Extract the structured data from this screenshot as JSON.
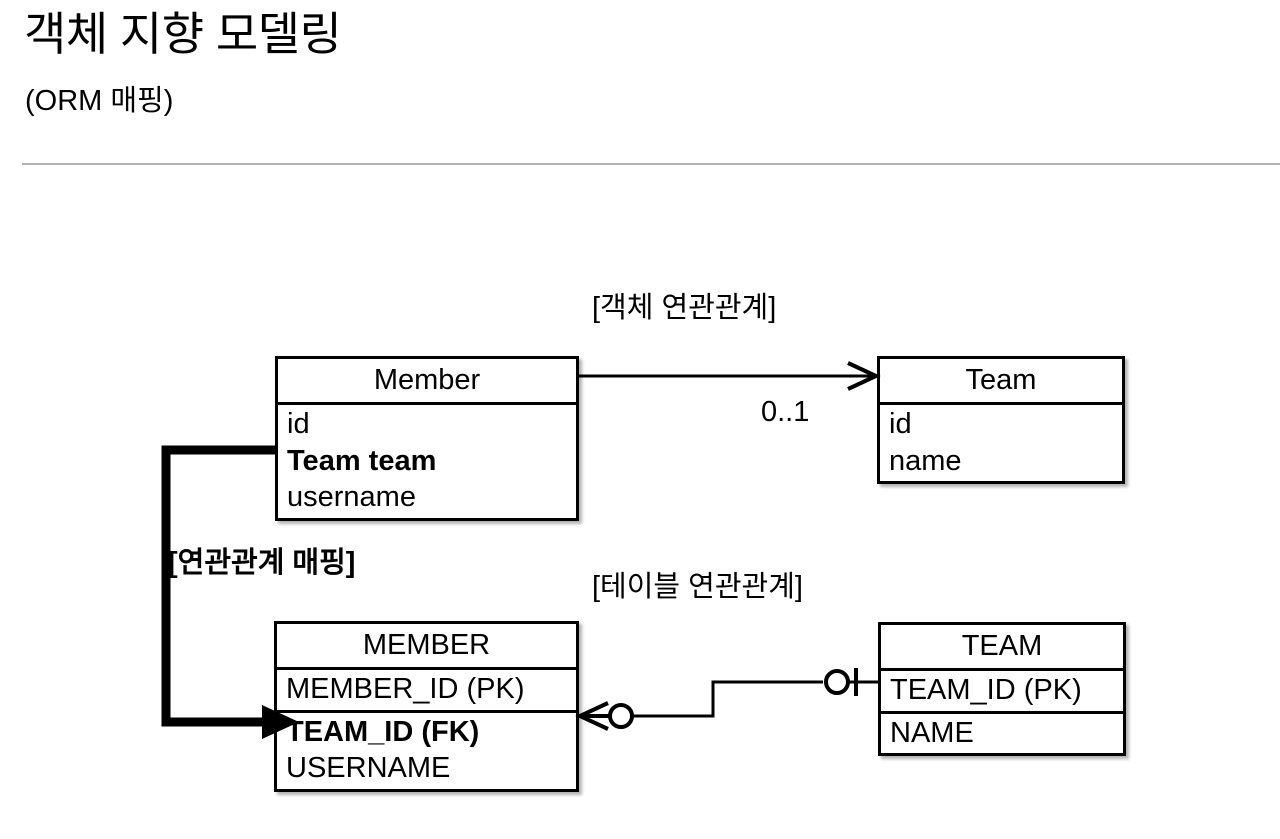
{
  "slide": {
    "title": "객체 지향 모델링",
    "subtitle": "(ORM 매핑)"
  },
  "labels": {
    "object_association": "[객체 연관관계]",
    "table_association": "[테이블 연관관계]",
    "relationship_mapping": "[연관관계 매핑]",
    "multiplicity": "0..1"
  },
  "object_model": {
    "member": {
      "name": "Member",
      "fields": [
        {
          "text": "id",
          "bold": false
        },
        {
          "text": "Team team",
          "bold": true
        },
        {
          "text": "username",
          "bold": false
        }
      ]
    },
    "team": {
      "name": "Team",
      "fields": [
        {
          "text": "id",
          "bold": false
        },
        {
          "text": "name",
          "bold": false
        }
      ]
    }
  },
  "table_model": {
    "member": {
      "name": "MEMBER",
      "columns": [
        {
          "text": "MEMBER_ID (PK)",
          "bold": false
        },
        {
          "text": "TEAM_ID (FK)",
          "bold": true
        },
        {
          "text": "USERNAME",
          "bold": false
        }
      ]
    },
    "team": {
      "name": "TEAM",
      "columns": [
        {
          "text": "TEAM_ID (PK)",
          "bold": false
        },
        {
          "text": "NAME",
          "bold": false
        }
      ]
    }
  },
  "colors": {
    "ink": "#000000",
    "divider": "#b0b0b4",
    "background": "#ffffff"
  }
}
